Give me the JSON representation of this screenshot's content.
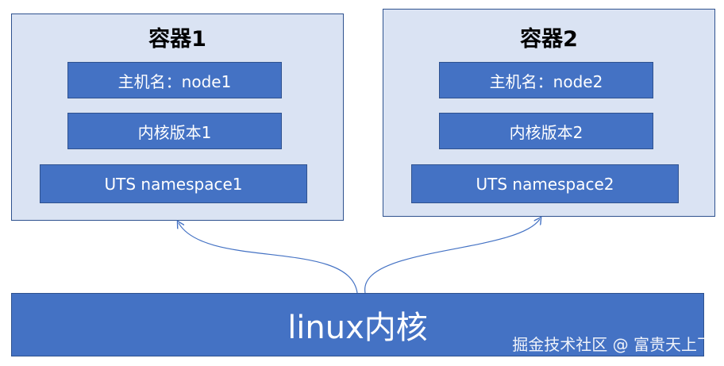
{
  "containers": [
    {
      "title": "容器1",
      "hostname": "主机名：node1",
      "kernel_version": "内核版本1",
      "namespace": "UTS namespace1"
    },
    {
      "title": "容器2",
      "hostname": "主机名：node2",
      "kernel_version": "内核版本2",
      "namespace": "UTS namespace2"
    }
  ],
  "kernel": {
    "label": "linux内核"
  },
  "watermark": "掘金技术社区 @ 富贵天上飞",
  "colors": {
    "container_fill": "#dae3f3",
    "box_fill": "#4472c4",
    "border": "#2f528f",
    "arrow": "#4472c4"
  }
}
